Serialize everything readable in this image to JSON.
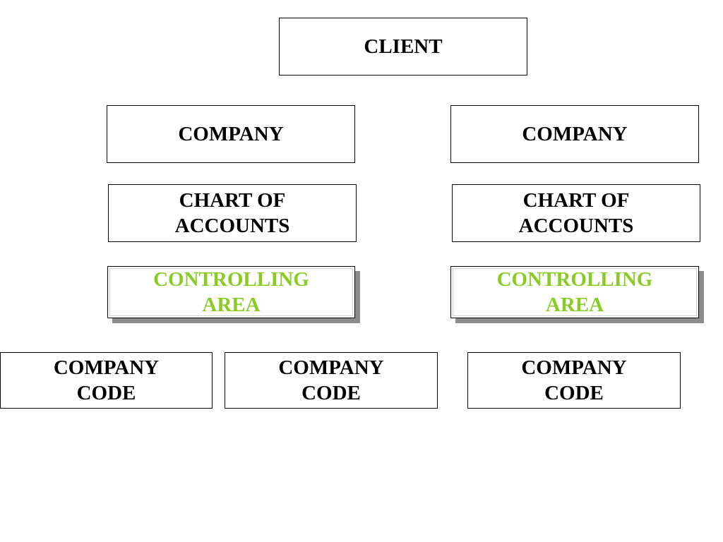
{
  "client": {
    "label": "CLIENT"
  },
  "companies": [
    {
      "label": "COMPANY"
    },
    {
      "label": "COMPANY"
    }
  ],
  "charts_of_accounts": [
    {
      "label": "CHART OF\nACCOUNTS"
    },
    {
      "label": "CHART OF\nACCOUNTS"
    }
  ],
  "controlling_areas": [
    {
      "label": "CONTROLLING\nAREA"
    },
    {
      "label": "CONTROLLING\nAREA"
    }
  ],
  "company_codes": [
    {
      "label": "COMPANY\nCODE"
    },
    {
      "label": "COMPANY\nCODE"
    },
    {
      "label": "COMPANY\nCODE"
    }
  ],
  "colors": {
    "text": "#000000",
    "controlling_area_text": "#88cc22",
    "shadow": "#8c8c8c",
    "background": "#ffffff"
  }
}
